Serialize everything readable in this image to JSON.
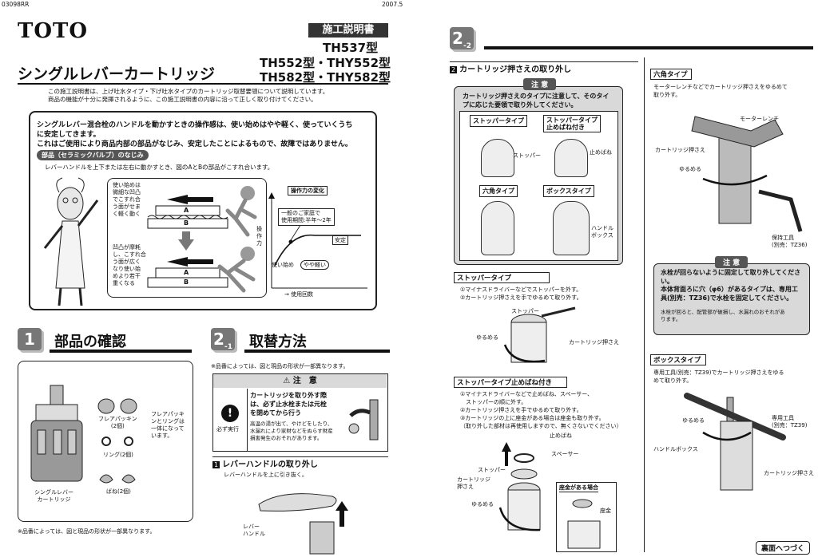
{
  "header": {
    "doc_code": "03098RR",
    "date": "2007.5",
    "brand": "TOTO",
    "doc_type": "施工説明書",
    "product_title": "シングルレバーカートリッジ",
    "models": [
      "TH537型",
      "TH552型・THY552型",
      "TH582型・THY582型"
    ],
    "intro": [
      "この施工説明書は、上げ吐水タイプ・下げ吐水タイプのカートリッジ取替要領について説明しています。",
      "商品の機能が十分に発揮されるように、この施工説明書の内容に沿って正しく取り付けてください。"
    ]
  },
  "notice": {
    "line1": "シングルレバー混合栓のハンドルを動かすときの操作感は、使い始めはやや軽く、使っていくうち",
    "line2": "に安定してきます。",
    "line3": "これはご使用により商品内部の部品がなじみ、安定したことによるもので、故障ではありません。",
    "badge": "部品（セラミックバルブ）のなじみ",
    "desc": "レバーハンドルを上下または左右に動かすとき、図のAとBの部品がこすれ合います。",
    "cap_top": [
      "使い始めは",
      "微細な凹凸",
      "でこすれ合",
      "う面がせま",
      "く軽く動く"
    ],
    "cap_bottom": [
      "凹凸が摩耗",
      "し、こすれ合",
      "う面が広く",
      "なり使い始",
      "めより若干",
      "重くなる"
    ],
    "label_a": "A",
    "label_b": "B",
    "chart_title": "操作力の変化",
    "chart_ylabel": "操作力",
    "chart_xlabel": "使用回数",
    "chart_home": [
      "一般のご家庭で",
      "使用期間:半年〜2年"
    ],
    "chart_stable": "安定",
    "chart_start": "使い始め",
    "chart_light": "やや軽い"
  },
  "section1": {
    "num": "1",
    "title": "部品の確認",
    "parts": {
      "cartridge": [
        "シングルレバー",
        "カートリッジ"
      ],
      "packing": [
        "フレアパッキン",
        "(2個)"
      ],
      "ring": "リング(2個)",
      "spring": "ばね(2個)",
      "assembly_note": [
        "フレアパッキ",
        "ンとリングは",
        "一体になって",
        "います。"
      ]
    },
    "footnote": "※品番によっては、図と現品の形状が一部異なります。"
  },
  "section21": {
    "num": "2",
    "sub": "-1",
    "title": "取替方法",
    "note": "※品番によっては、図と現品の形状が一部異なります。",
    "caution_title": "注　意",
    "caution_main": [
      "カートリッジを取り外す際",
      "は、必ず止水栓または元栓",
      "を閉めてから行う"
    ],
    "caution_sub": [
      "高温の湯が出て、やけどをしたり、",
      "水漏れにより家財などをぬらす財産",
      "損害発生のおそれがあります。"
    ],
    "must_label": "必ず実行",
    "step1_num": "1",
    "step1_title": "レバーハンドルの取り外し",
    "step1_text": "レバーハンドルを上に引き抜く。",
    "lever_label": [
      "レバー",
      "ハンドル"
    ]
  },
  "section22": {
    "num": "2",
    "sub": "-2",
    "step2_num": "2",
    "step2_title": "カートリッジ押さえの取り外し",
    "caution_pill": "注 意",
    "caution_text": [
      "カートリッジ押さえのタイプに注意して、そのタイ",
      "プに応じた要領で取り外してください。"
    ],
    "types": {
      "stopper": "ストッパータイプ",
      "stopper_spring": [
        "ストッパータイプ",
        "止めばね付き"
      ],
      "hex": "六角タイプ",
      "box": "ボックスタイプ",
      "lbl_stopper": "ストッパー",
      "lbl_spring": "止めばね",
      "lbl_handle_box": [
        "ハンドル",
        "ボックス"
      ]
    },
    "stopper_section": {
      "title": "ストッパータイプ",
      "steps": [
        "①マイナスドライバーなどでストッパーを外す。",
        "②カートリッジ押さえを手でゆるめて取り外す。"
      ],
      "lbl_stopper": "ストッパー",
      "lbl_loosen": "ゆるめる",
      "lbl_holder": "カートリッジ押さえ"
    },
    "stopper_spring_section": {
      "title": "ストッパータイプ止めばね付き",
      "steps": [
        "①マイナスドライバーなどで止めばね、スペーサー、",
        "　ストッパーの順に外す。",
        "②カートリッジ押さえを手でゆるめて取り外す。",
        "③カートリッジの上に座金がある場合は座金も取り外す。",
        "（取り外した部材は再使用しますので、無くさないでください）"
      ],
      "lbl_spring": "止めばね",
      "lbl_spacer": "スペーサー",
      "lbl_stopper": "ストッパー",
      "lbl_holder": [
        "カートリッジ",
        "押さえ"
      ],
      "lbl_loosen": "ゆるめる",
      "washer_case": "座金がある場合",
      "lbl_washer": "座金"
    },
    "hex_section": {
      "title": "六角タイプ",
      "text": [
        "モーターレンチなどでカートリッジ押さえをゆるめて",
        "取り外す。"
      ],
      "lbl_wrench": "モーターレンチ",
      "lbl_holder": "カートリッジ押さえ",
      "lbl_loosen": "ゆるめる",
      "lbl_tool": [
        "保持工具",
        "(別売：TZ36)"
      ]
    },
    "caution2": {
      "pill": "注 意",
      "lines": [
        "水栓が回らないように固定して取り外してくださ",
        "い。",
        "本体背面ろに穴（φ6）があるタイプは、専用工",
        "具(別売：TZ36)で水栓を固定してください。"
      ],
      "sub": [
        "水栓が回ると、配管部が破損し、水漏れのおそれがあ",
        "ります。"
      ]
    },
    "box_section": {
      "title": "ボックスタイプ",
      "text": [
        "専用工具(別売：TZ39)でカートリッジ押さえをゆる",
        "めて取り外す。"
      ],
      "lbl_loosen": "ゆるめる",
      "lbl_tool": [
        "専用工具",
        "(別売：TZ39)"
      ],
      "lbl_handle_box": "ハンドルボックス",
      "lbl_holder": "カートリッジ押さえ"
    },
    "continue": "裏面へつづく"
  }
}
